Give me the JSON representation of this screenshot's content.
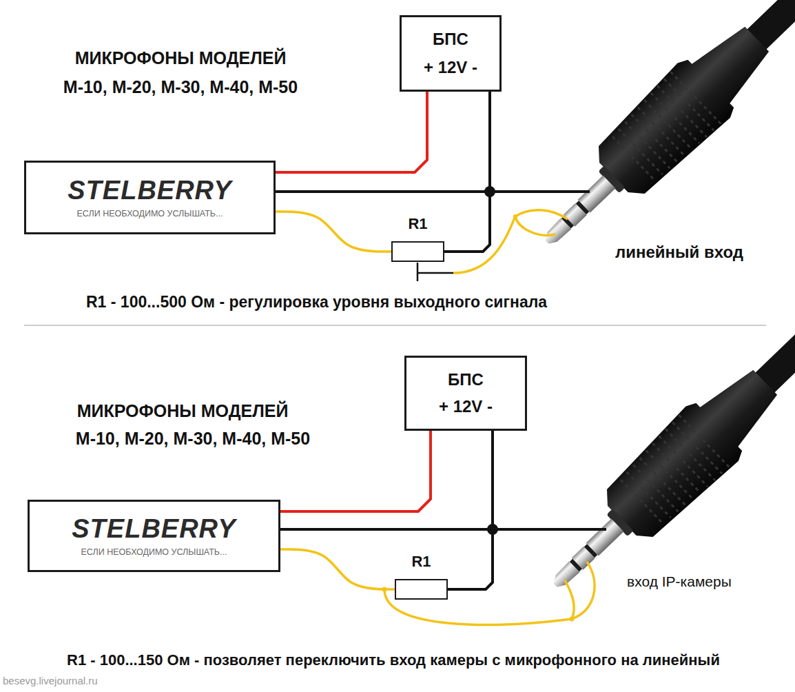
{
  "diagram": {
    "nodes": [
      {
        "text": [
          "БПС",
          "+ 12V -"
        ]
      },
      {
        "text": [
          "STELBERRY",
          "ЕСЛИ НЕОБХОДИМО УСЛЫШАТЬ..."
        ]
      },
      {
        "text": [
          "R1"
        ]
      },
      {
        "text": [
          "БПС",
          "+ 12V -"
        ]
      },
      {
        "text": [
          "STELBERRY",
          "ЕСЛИ НЕОБХОДИМО УСЛЫШАТЬ..."
        ]
      },
      {
        "text": [
          "R1"
        ]
      }
    ],
    "edges": [
      {
        "from": 1,
        "to": 0,
        "arrow": "none"
      },
      {
        "from": 0,
        "to": 1,
        "arrow": "none"
      },
      {
        "from": 1,
        "to": 2,
        "arrow": "none"
      },
      {
        "from": 2,
        "to": 0,
        "arrow": "none"
      },
      {
        "from": 4,
        "to": 3,
        "arrow": "none"
      },
      {
        "from": 3,
        "to": 4,
        "arrow": "none"
      },
      {
        "from": 4,
        "to": 5,
        "arrow": "none"
      },
      {
        "from": 5,
        "to": 3,
        "arrow": "none"
      }
    ],
    "labels": [
      "МИКРОФОНЫ МОДЕЛЕЙ",
      "М-10, М-20, М-30, М-40, М-50",
      "линейный вход",
      "R1 - 100...500 Ом - регулировка уровня выходного сигнала",
      "МИКРОФОНЫ МОДЕЛЕЙ",
      "М-10, М-20, М-30, М-40, М-50",
      "вход IP-камеры",
      "R1 - 100...150 Ом - позволяет переключить вход камеры с микрофонного на линейный",
      "besevg.livejournal.ru"
    ]
  }
}
